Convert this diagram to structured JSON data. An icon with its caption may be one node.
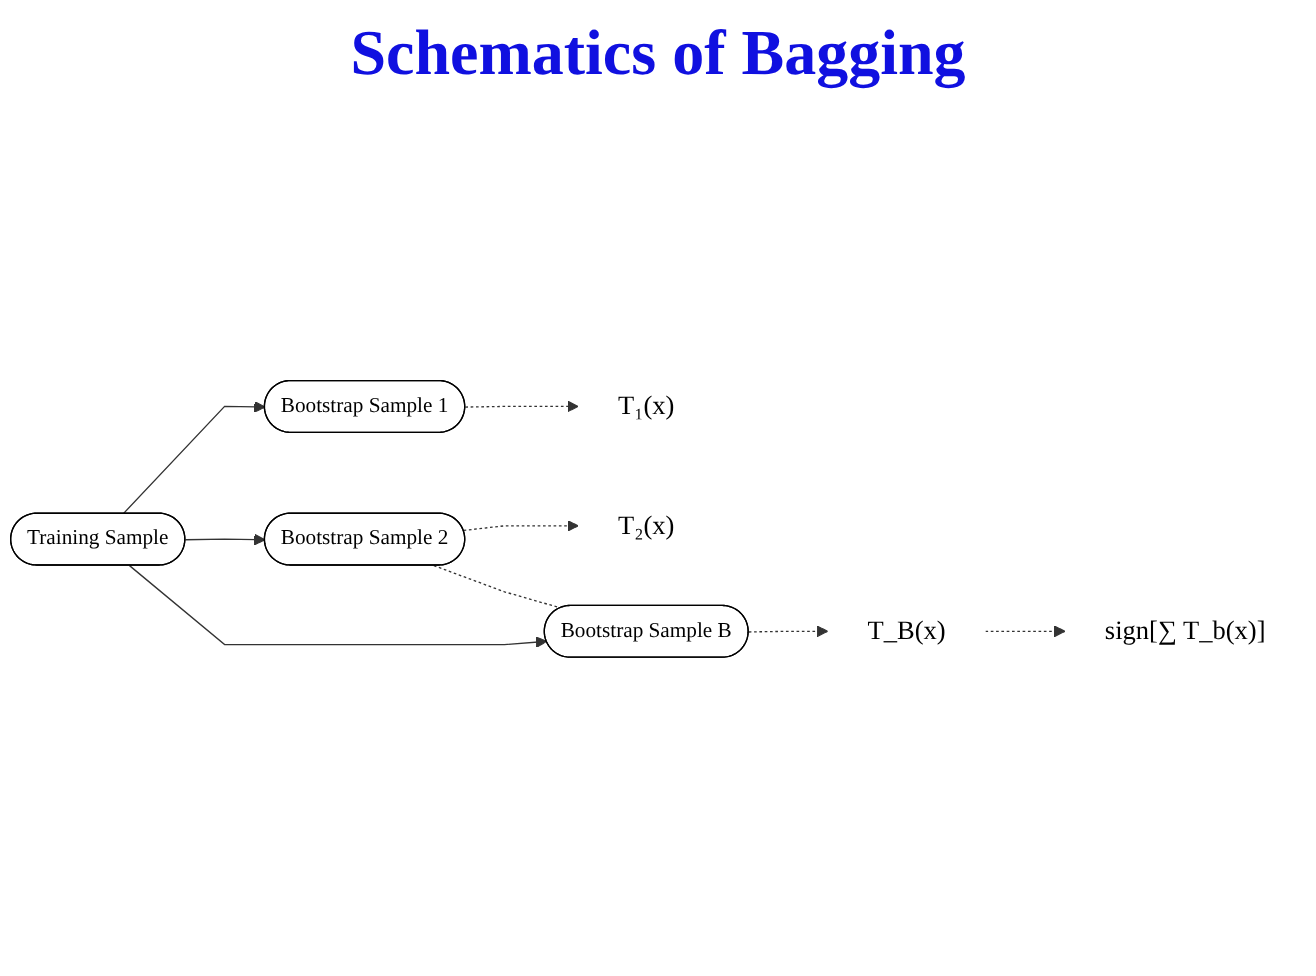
{
  "diagram": {
    "title": "Schematics of Bagging",
    "nodes": [
      {
        "text": [
          "Training Sample"
        ]
      },
      {
        "text": [
          "Bootstrap Sample 1"
        ]
      },
      {
        "text": [
          "Bootstrap Sample 2"
        ]
      },
      {
        "text": [
          "Bootstrap Sample B"
        ]
      },
      {
        "text": [
          "T₁(x)"
        ]
      },
      {
        "text": [
          "T₂(x)"
        ]
      },
      {
        "text": [
          "T_B(x)"
        ]
      },
      {
        "text": [
          "sign[∑ T_b(x)]"
        ]
      }
    ],
    "edges": [
      {
        "from": 0,
        "to": 1,
        "arrow": "to"
      },
      {
        "from": 0,
        "to": 2,
        "arrow": "to"
      },
      {
        "from": 0,
        "to": 3,
        "arrow": "to"
      },
      {
        "from": 1,
        "to": 4,
        "arrow": "to",
        "style": "dashed"
      },
      {
        "from": 2,
        "to": 5,
        "arrow": "to",
        "style": "dashed"
      },
      {
        "from": 3,
        "to": 6,
        "arrow": "to",
        "style": "dashed"
      },
      {
        "from": 2,
        "to": 3,
        "arrow": "none",
        "style": "dashed"
      },
      {
        "from": 6,
        "to": 7,
        "arrow": "to",
        "style": "dashed"
      }
    ]
  }
}
